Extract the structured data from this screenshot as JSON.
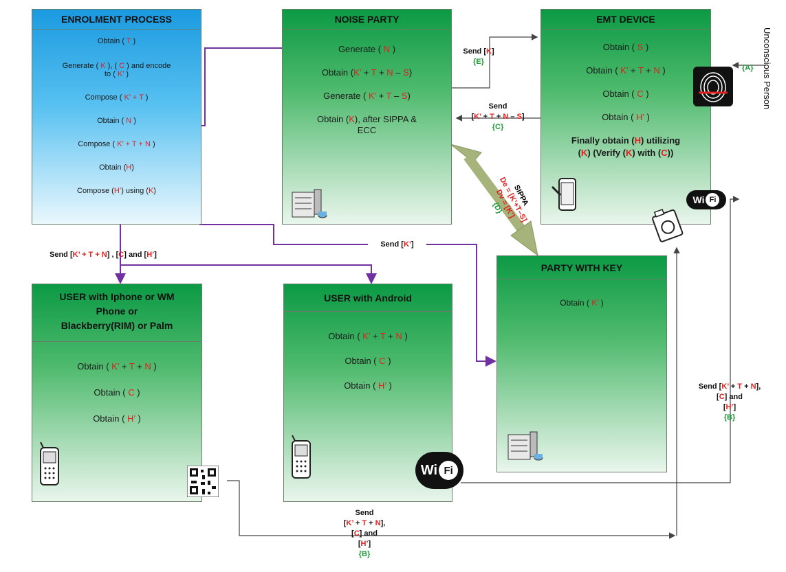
{
  "boxes": {
    "enrolment": {
      "title": "ENROLMENT PROCESS",
      "lines": [
        [
          {
            "t": "Obtain ( "
          },
          {
            "t": "T",
            "c": "r"
          },
          {
            "t": " )"
          }
        ],
        [
          {
            "t": "Generate ( "
          },
          {
            "t": "K",
            "c": "r"
          },
          {
            "t": " ), ( "
          },
          {
            "t": "C",
            "c": "r"
          },
          {
            "t": " ) and encode"
          }
        ],
        [
          {
            "t": "to  ( "
          },
          {
            "t": "K’",
            "c": "r"
          },
          {
            "t": " )"
          }
        ],
        [
          {
            "t": "Compose ( "
          },
          {
            "t": "K’ + T",
            "c": "r"
          },
          {
            "t": " )"
          }
        ],
        [
          {
            "t": "Obtain ( "
          },
          {
            "t": "N",
            "c": "r"
          },
          {
            "t": " )"
          }
        ],
        [
          {
            "t": "Compose ( "
          },
          {
            "t": "K’ + T + N",
            "c": "r"
          },
          {
            "t": " )"
          }
        ],
        [
          {
            "t": "Obtain ("
          },
          {
            "t": "H",
            "c": "r"
          },
          {
            "t": ")"
          }
        ],
        [
          {
            "t": "Compose ("
          },
          {
            "t": "H’",
            "c": "r"
          },
          {
            "t": ") using ("
          },
          {
            "t": "K",
            "c": "r"
          },
          {
            "t": ")"
          }
        ]
      ]
    },
    "noise": {
      "title": "NOISE PARTY",
      "lines": [
        [
          {
            "t": "Generate ( "
          },
          {
            "t": "N",
            "c": "r"
          },
          {
            "t": " )"
          }
        ],
        [
          {
            "t": "Obtain ("
          },
          {
            "t": "K’",
            "c": "r"
          },
          {
            "t": " + "
          },
          {
            "t": "T",
            "c": "r"
          },
          {
            "t": " + "
          },
          {
            "t": "N",
            "c": "r"
          },
          {
            "t": " – "
          },
          {
            "t": "S",
            "c": "r"
          },
          {
            "t": ")"
          }
        ],
        [
          {
            "t": "Generate ( "
          },
          {
            "t": "K’",
            "c": "r"
          },
          {
            "t": " + "
          },
          {
            "t": "T",
            "c": "r"
          },
          {
            "t": " – "
          },
          {
            "t": "S",
            "c": "r"
          },
          {
            "t": ")"
          }
        ],
        [
          {
            "t": "Obtain ("
          },
          {
            "t": "K",
            "c": "r"
          },
          {
            "t": "), after SIPPA &"
          }
        ],
        [
          {
            "t": "ECC"
          }
        ]
      ]
    },
    "emt": {
      "title": "EMT DEVICE",
      "lines": [
        [
          {
            "t": "Obtain ( "
          },
          {
            "t": "S",
            "c": "r"
          },
          {
            "t": " )"
          }
        ],
        [
          {
            "t": "Obtain ( "
          },
          {
            "t": "K’",
            "c": "r"
          },
          {
            "t": " + "
          },
          {
            "t": "T",
            "c": "r"
          },
          {
            "t": " + "
          },
          {
            "t": "N",
            "c": "r"
          },
          {
            "t": " )"
          }
        ],
        [
          {
            "t": "Obtain ( "
          },
          {
            "t": "C",
            "c": "r"
          },
          {
            "t": " )"
          }
        ],
        [
          {
            "t": "Obtain ( "
          },
          {
            "t": "H’",
            "c": "r"
          },
          {
            "t": " )"
          }
        ],
        [
          {
            "t": "Finally obtain ("
          },
          {
            "t": "H",
            "c": "r"
          },
          {
            "t": ") utilizing"
          }
        ],
        [
          {
            "t": "("
          },
          {
            "t": "K",
            "c": "r"
          },
          {
            "t": ")  (Verify ("
          },
          {
            "t": "K",
            "c": "r"
          },
          {
            "t": ") with ("
          },
          {
            "t": "C",
            "c": "r"
          },
          {
            "t": "))"
          }
        ]
      ]
    },
    "keyparty": {
      "title": "PARTY WITH KEY",
      "lines": [
        [
          {
            "t": "Obtain ( "
          },
          {
            "t": "K’",
            "c": "r"
          },
          {
            "t": " )"
          }
        ]
      ]
    },
    "iphone": {
      "title": [
        "USER with Iphone or WM",
        "Phone or",
        "Blackberry(RIM) or Palm"
      ],
      "lines": [
        [
          {
            "t": "Obtain ( "
          },
          {
            "t": "K’",
            "c": "r"
          },
          {
            "t": " + "
          },
          {
            "t": "T",
            "c": "r"
          },
          {
            "t": " + "
          },
          {
            "t": "N",
            "c": "r"
          },
          {
            "t": " )"
          }
        ],
        [
          {
            "t": "Obtain ( "
          },
          {
            "t": "C",
            "c": "r"
          },
          {
            "t": " )"
          }
        ],
        [
          {
            "t": "Obtain ( "
          },
          {
            "t": "H’",
            "c": "r"
          },
          {
            "t": " )"
          }
        ]
      ]
    },
    "android": {
      "title": "USER with Android",
      "lines": [
        [
          {
            "t": "Obtain ( "
          },
          {
            "t": "K’",
            "c": "r"
          },
          {
            "t": " + "
          },
          {
            "t": "T",
            "c": "r"
          },
          {
            "t": " + "
          },
          {
            "t": "N",
            "c": "r"
          },
          {
            "t": " )"
          }
        ],
        [
          {
            "t": "Obtain ( "
          },
          {
            "t": "C",
            "c": "r"
          },
          {
            "t": " )"
          }
        ],
        [
          {
            "t": "Obtain ( "
          },
          {
            "t": "H’",
            "c": "r"
          },
          {
            "t": " )"
          }
        ]
      ]
    }
  },
  "labels": {
    "send_k": [
      [
        {
          "t": "Send ["
        },
        {
          "t": "K",
          "c": "r"
        },
        {
          "t": "]"
        }
      ],
      [
        {
          "t": "{E}",
          "c": "g"
        }
      ]
    ],
    "send_ktn_s": [
      [
        {
          "t": "Send"
        }
      ],
      [
        {
          "t": "["
        },
        {
          "t": "K’",
          "c": "r"
        },
        {
          "t": " + "
        },
        {
          "t": "T",
          "c": "r"
        },
        {
          "t": " + "
        },
        {
          "t": "N",
          "c": "r"
        },
        {
          "t": " – "
        },
        {
          "t": "S",
          "c": "r"
        },
        {
          "t": "]"
        }
      ],
      [
        {
          "t": "{C}",
          "c": "g"
        }
      ]
    ],
    "send_kprime": [
      [
        {
          "t": "Send  ["
        },
        {
          "t": "K’",
          "c": "r"
        },
        {
          "t": "]"
        }
      ]
    ],
    "send_bottom_left": [
      [
        {
          "t": "Send  ["
        },
        {
          "t": "K’ + T + N",
          "c": "r"
        },
        {
          "t": "] , ["
        },
        {
          "t": "C",
          "c": "r"
        },
        {
          "t": "] and ["
        },
        {
          "t": "H’",
          "c": "r"
        },
        {
          "t": "]"
        }
      ]
    ],
    "send_right": [
      [
        {
          "t": "Send  ["
        },
        {
          "t": "K’",
          "c": "r"
        },
        {
          "t": " + "
        },
        {
          "t": "T",
          "c": "r"
        },
        {
          "t": " + "
        },
        {
          "t": "N",
          "c": "r"
        },
        {
          "t": "],"
        }
      ],
      [
        {
          "t": "["
        },
        {
          "t": "C",
          "c": "r"
        },
        {
          "t": "] and"
        }
      ],
      [
        {
          "t": "["
        },
        {
          "t": "H’",
          "c": "r"
        },
        {
          "t": "]"
        }
      ],
      [
        {
          "t": "{B}",
          "c": "g"
        }
      ]
    ],
    "send_bottom": [
      [
        {
          "t": "Send"
        }
      ],
      [
        {
          "t": "["
        },
        {
          "t": "K’",
          "c": "r"
        },
        {
          "t": " + "
        },
        {
          "t": "T",
          "c": "r"
        },
        {
          "t": " + "
        },
        {
          "t": "N",
          "c": "r"
        },
        {
          "t": "],"
        }
      ],
      [
        {
          "t": "["
        },
        {
          "t": "C",
          "c": "r"
        },
        {
          "t": "] and"
        }
      ],
      [
        {
          "t": "["
        },
        {
          "t": "H’",
          "c": "r"
        },
        {
          "t": "]"
        }
      ],
      [
        {
          "t": "{B}",
          "c": "g"
        }
      ]
    ],
    "sippa": {
      "title": "SIPPA",
      "de": "De = [K’+T–S]",
      "dv": "Dv = [K’]",
      "d": "{D}"
    },
    "a_tag": "{A}",
    "unconscious": "Unconscious Person",
    "wifi_text": "Wi",
    "wifi_fi": "Fi"
  },
  "colors": {
    "arrow": "#7030a0",
    "connector": "#444444",
    "red": "#e02020",
    "green": "#1f9b3b"
  }
}
